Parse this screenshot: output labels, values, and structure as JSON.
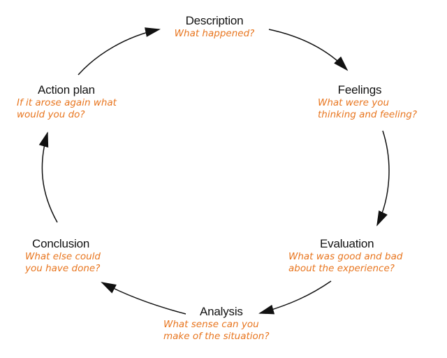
{
  "colors": {
    "title": "#111111",
    "question": "#e8751e",
    "arrow": "#111111"
  },
  "stages": {
    "description": {
      "title": "Description",
      "question": "What happened?"
    },
    "feelings": {
      "title": "Feelings",
      "question": "What were you\nthinking and feeling?"
    },
    "evaluation": {
      "title": "Evaluation",
      "question": "What was good and bad\nabout the experience?"
    },
    "analysis": {
      "title": "Analysis",
      "question": "What sense can you\nmake of the situation?"
    },
    "conclusion": {
      "title": "Conclusion",
      "question": "What else could\nyou have done?"
    },
    "action_plan": {
      "title": "Action plan",
      "question": "If it arose again what\nwould you do?"
    }
  }
}
